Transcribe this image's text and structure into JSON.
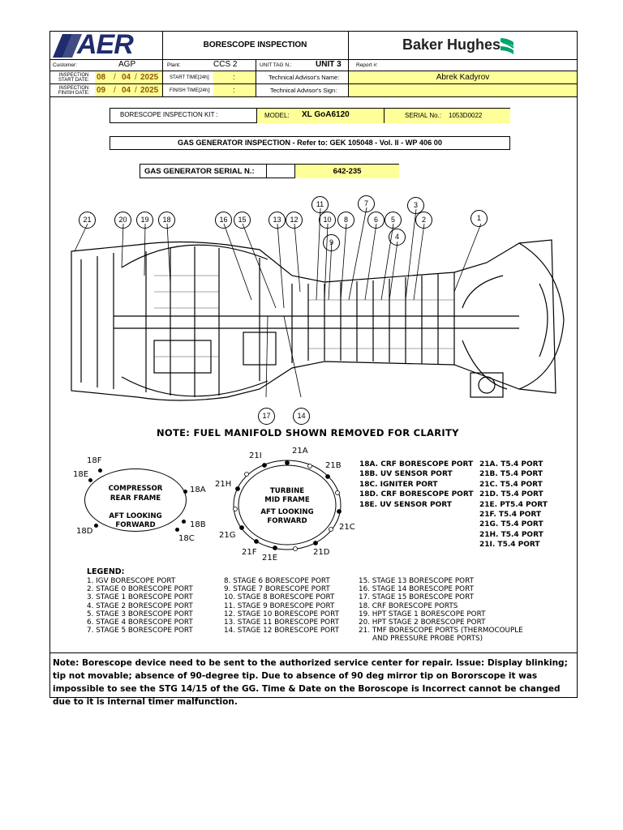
{
  "header": {
    "logo_left": "AER",
    "title": "BORESCOPE INSPECTION",
    "logo_right": "Baker Hughes"
  },
  "row1": {
    "customer_label": "Customer:",
    "customer_value": "AGP",
    "plant_label": "Plant:",
    "plant_value": "CCS 2",
    "unit_tag_label": "UNIT TAG N.:",
    "unit_tag_value": "UNIT 3",
    "report_label": "Report #:"
  },
  "row2": {
    "label": "INSPECTION START DATE:",
    "dd": "08",
    "mm": "04",
    "yyyy": "2025",
    "time_label": "START TIME[24h]:",
    "advisor_name_label": "Technical Advisor's Name:",
    "advisor_name": "Abrek Kadyrov"
  },
  "row3": {
    "label": "INSPECTION FINISH DATE:",
    "dd": "09",
    "mm": "04",
    "yyyy": "2025",
    "time_label": "FINISH TIME[24h]:",
    "advisor_sign_label": "Technical Advisor's Sign:"
  },
  "kit": {
    "label": "BORESCOPE INSPECTION KIT :",
    "model_label": "MODEL:",
    "model_value": "XL GoA6120",
    "serial_label": "SERIAL No.:",
    "serial_value": "1053D0022"
  },
  "gg_inspection": "GAS GENERATOR INSPECTION - Refer to: GEK 105048 - Vol. II - WP 406 00",
  "gg_serial": {
    "label": "GAS GENERATOR SERIAL N.:",
    "value": "642-235"
  },
  "drawing": {
    "callouts_top": [
      "21",
      "20",
      "19",
      "18",
      "16",
      "15",
      "13",
      "12",
      "11",
      "10",
      "9",
      "8",
      "7",
      "6",
      "5",
      "4",
      "3",
      "2",
      "1"
    ],
    "callouts_bottom": [
      "17",
      "14"
    ],
    "note": "NOTE: FUEL MANIFOLD SHOWN REMOVED FOR CLARITY"
  },
  "compressor": {
    "title1": "COMPRESSOR",
    "title2": "REAR FRAME",
    "sub1": "AFT LOOKING",
    "sub2": "FORWARD",
    "ports": [
      "18F",
      "18E",
      "18A",
      "18B",
      "18C",
      "18D"
    ]
  },
  "turbine": {
    "title1": "TURBINE",
    "title2": "MID FRAME",
    "sub1": "AFT LOOKING",
    "sub2": "FORWARD",
    "ports": [
      "21A",
      "21B",
      "21I",
      "21H",
      "21C",
      "21G",
      "21D",
      "21F",
      "21E"
    ]
  },
  "ports18": [
    "18A. CRF BORESCOPE PORT",
    "18B. UV SENSOR PORT",
    "18C. IGNITER PORT",
    "18D. CRF BORESCOPE PORT",
    "18E. UV SENSOR PORT"
  ],
  "ports21": [
    "21A. T5.4 PORT",
    "21B. T5.4 PORT",
    "21C. T5.4 PORT",
    "21D. T5.4 PORT",
    "21E. PT5.4 PORT",
    "21F. T5.4 PORT",
    "21G. T5.4 PORT",
    "21H. T5.4 PORT",
    "21I. T5.4 PORT"
  ],
  "legend": {
    "title": "LEGEND:",
    "col1": [
      "1. IGV BORESCOPE PORT",
      "2. STAGE 0 BORESCOPE PORT",
      "3. STAGE 1 BORESCOPE PORT",
      "4. STAGE 2 BORESCOPE PORT",
      "5. STAGE 3 BORESCOPE PORT",
      "6. STAGE 4 BORESCOPE PORT",
      "7. STAGE 5 BORESCOPE PORT"
    ],
    "col2": [
      "8. STAGE 6 BORESCOPE PORT",
      "9. STAGE 7 BORESCOPE PORT",
      "10. STAGE 8 BORESCOPE PORT",
      "11. STAGE 9 BORESCOPE PORT",
      "12. STAGE 10 BORESCOPE PORT",
      "13. STAGE 11 BORESCOPE PORT",
      "14. STAGE 12 BORESCOPE PORT"
    ],
    "col3": [
      "15. STAGE 13 BORESCOPE PORT",
      "16. STAGE 14 BORESCOPE PORT",
      "17. STAGE 15 BORESCOPE PORT",
      "18. CRF BORESCOPE PORTS",
      "19. HPT STAGE 1 BORESCOPE PORT",
      "20. HPT STAGE 2 BORESCOPE PORT",
      "21. TMF BORESCOPE PORTS (THERMOCOUPLE",
      "AND PRESSURE PROBE PORTS)"
    ]
  },
  "footer_note": "Note: Borescope device need to be sent to the authorized service center for repair. Issue: Display blinking; tip not movable; absence of 90-degree tip. Due to absence of 90 deg mirror tip on Bororscope it was impossible to see the STG 14/15 of the GG. Time & Date on the Boroscope is Incorrect cannot be changed due to it is internal timer malfunction.",
  "colors": {
    "aer_blue": "#1f2d6e",
    "baker_green": "#00a36c",
    "field_yellow": "#ffff99"
  }
}
